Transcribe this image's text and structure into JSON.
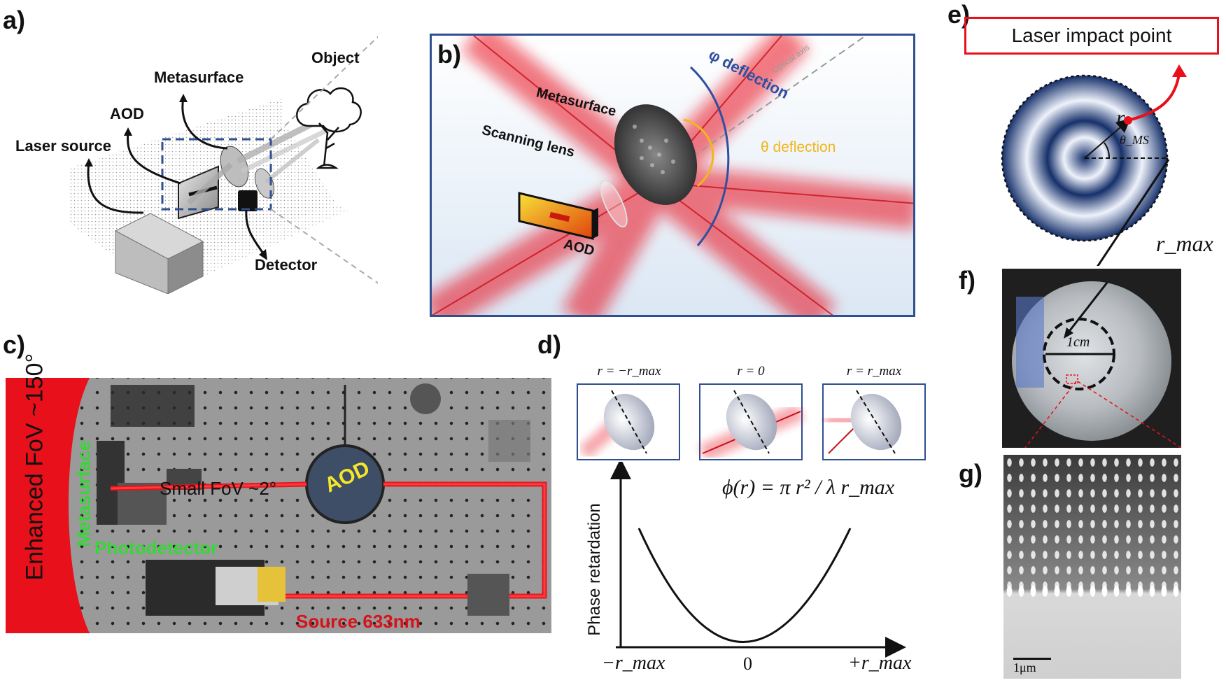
{
  "panels": {
    "a": {
      "label": "a)",
      "laser_source": "Laser source",
      "aod": "AOD",
      "metasurface": "Metasurface",
      "object": "Object",
      "detector": "Detector"
    },
    "b": {
      "label": "b)",
      "metasurface": "Metasurface",
      "scanning_lens": "Scanning lens",
      "aod": "AOD",
      "phi_deflection": "φ deflection",
      "theta_deflection": "θ deflection",
      "optical_axis": "Optical axis"
    },
    "c": {
      "label": "c)",
      "enhanced_fov": "Enhanced FoV ~150°",
      "metasurface": "Metasurface",
      "photodetector": "Photodetector",
      "small_fov": "Small FoV ~2°",
      "aod": "AOD",
      "source": "Source 633nm"
    },
    "d": {
      "label": "d)",
      "insets": [
        "r = −r_max",
        "r = 0",
        "r = r_max"
      ],
      "formula": "ϕ(r) = π r² / λ r_max",
      "ylabel": "Phase retardation",
      "x_ticks": [
        "−r_max",
        "0",
        "+r_max"
      ]
    },
    "e": {
      "label": "e)",
      "impact_box": "Laser impact point",
      "r": "r",
      "theta_ms": "θ_MS",
      "r_max": "r_max"
    },
    "f": {
      "label": "f)",
      "scale": "1cm"
    },
    "g": {
      "label": "g)",
      "scale": "1μm"
    }
  },
  "colors": {
    "laser_red": "#e8101a",
    "frame_blue": "#2f4f8f",
    "theta_yellow": "#f2b61c",
    "phi_blue": "#2f4f9f",
    "enhanced_green": "#39d63a",
    "source_red": "#d8121a"
  }
}
